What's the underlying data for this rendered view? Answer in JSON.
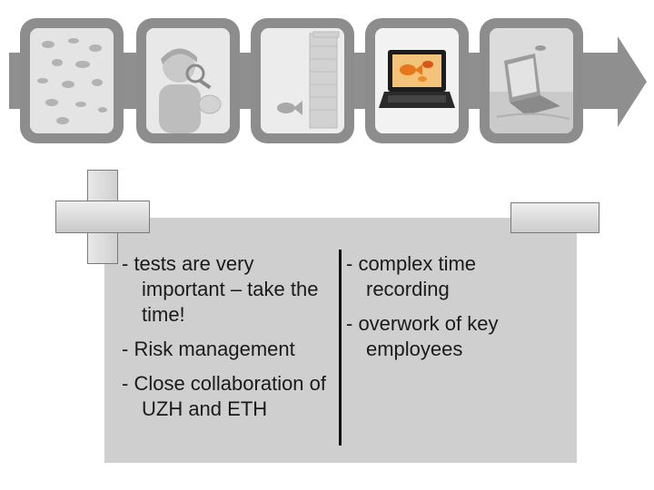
{
  "timeline": {
    "frames": [
      {
        "icon": "goldfish-school-icon"
      },
      {
        "icon": "child-magnifier-icon"
      },
      {
        "icon": "papers-goldfish-icon"
      },
      {
        "icon": "laptop-goldfish-icon"
      },
      {
        "icon": "laptop-sea-icon"
      }
    ],
    "colors": {
      "band": "#8f8f8f",
      "frame": "#8d8d8d",
      "accent": "#e8761a"
    }
  },
  "pros": {
    "items": [
      "- tests are very important – take the time!",
      "- Risk management",
      "- Close collaboration of UZH and ETH"
    ]
  },
  "cons": {
    "items": [
      "- complex time recording",
      "- overwork of key employees"
    ]
  },
  "colors": {
    "panel": "#cfcfcf",
    "divider": "#111111"
  }
}
